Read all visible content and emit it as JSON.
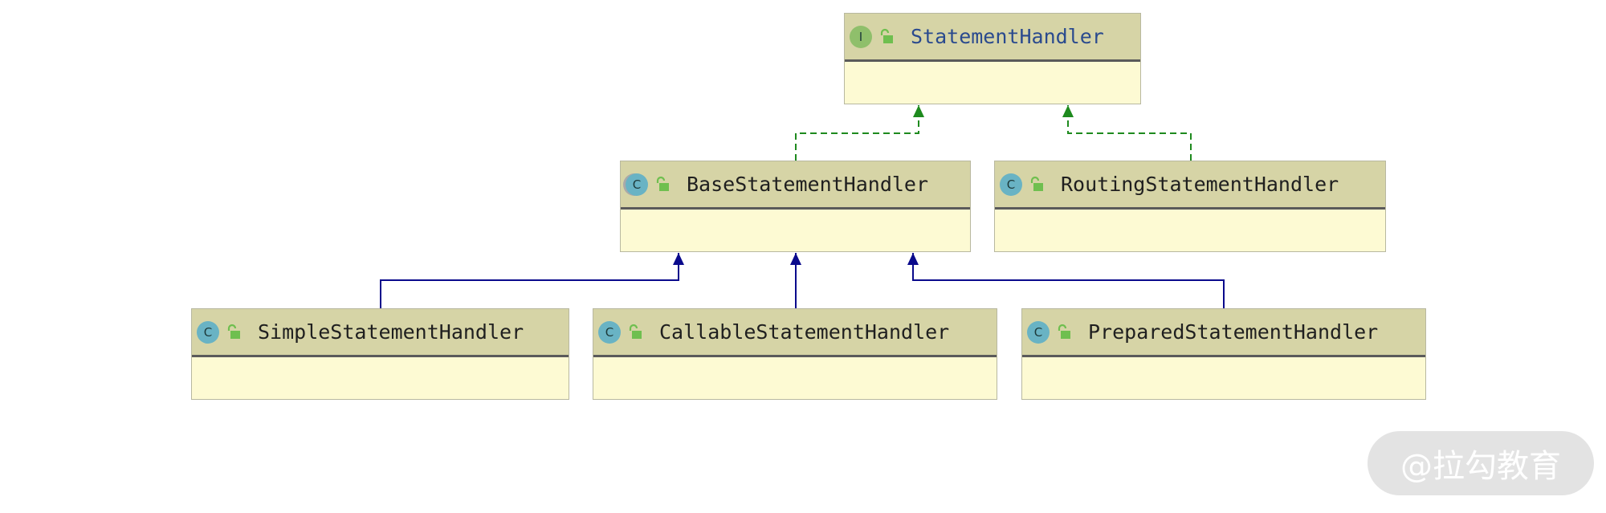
{
  "diagram": {
    "nodes": [
      {
        "id": "statement-handler",
        "name": "StatementHandler",
        "kind": "interface",
        "badge": "I"
      },
      {
        "id": "base-statement-handler",
        "name": "BaseStatementHandler",
        "kind": "abstract",
        "badge": "C"
      },
      {
        "id": "routing-statement-handler",
        "name": "RoutingStatementHandler",
        "kind": "class",
        "badge": "C"
      },
      {
        "id": "simple-statement-handler",
        "name": "SimpleStatementHandler",
        "kind": "class",
        "badge": "C"
      },
      {
        "id": "callable-statement-handler",
        "name": "CallableStatementHandler",
        "kind": "class",
        "badge": "C"
      },
      {
        "id": "prepared-statement-handler",
        "name": "PreparedStatementHandler",
        "kind": "class",
        "badge": "C"
      }
    ],
    "edges": [
      {
        "from": "base-statement-handler",
        "to": "statement-handler",
        "type": "implements"
      },
      {
        "from": "routing-statement-handler",
        "to": "statement-handler",
        "type": "implements"
      },
      {
        "from": "simple-statement-handler",
        "to": "base-statement-handler",
        "type": "extends"
      },
      {
        "from": "callable-statement-handler",
        "to": "base-statement-handler",
        "type": "extends"
      },
      {
        "from": "prepared-statement-handler",
        "to": "base-statement-handler",
        "type": "extends"
      }
    ],
    "colors": {
      "implements": "#1e8a1e",
      "extends": "#0a0a8c",
      "header": "#d6d4a6",
      "body": "#fdfad3",
      "class_badge": "#69b3c4",
      "interface_badge": "#8fbf6b",
      "lock": "#6fbf4f"
    }
  },
  "watermark": "@拉勾教育"
}
